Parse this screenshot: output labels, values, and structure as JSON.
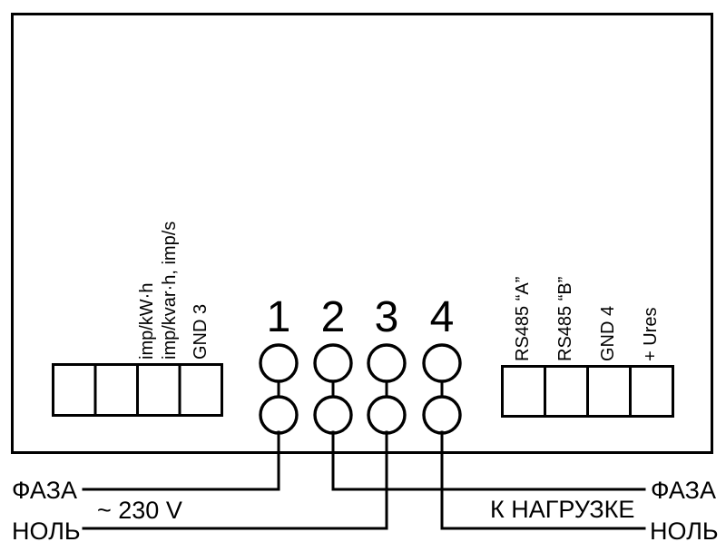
{
  "meter": {
    "terminal_numbers": [
      "1",
      "2",
      "3",
      "4"
    ],
    "pulse_block": {
      "labels": [
        "imp/kW·h",
        "imp/kvar·h, imp/s",
        "GND 3"
      ]
    },
    "interface_block": {
      "labels": [
        "RS485 “A”",
        "RS485 “B”",
        "GND 4",
        "+ Ures"
      ]
    }
  },
  "wiring": {
    "supply": {
      "phase_label": "ФАЗА",
      "neutral_label": "НОЛЬ",
      "voltage_label": "~ 230 V"
    },
    "load": {
      "phase_label": "ФАЗА",
      "neutral_label": "НОЛЬ",
      "destination_label": "К НАГРУЗКЕ"
    }
  },
  "colors": {
    "line": "#000000",
    "background": "#ffffff"
  }
}
